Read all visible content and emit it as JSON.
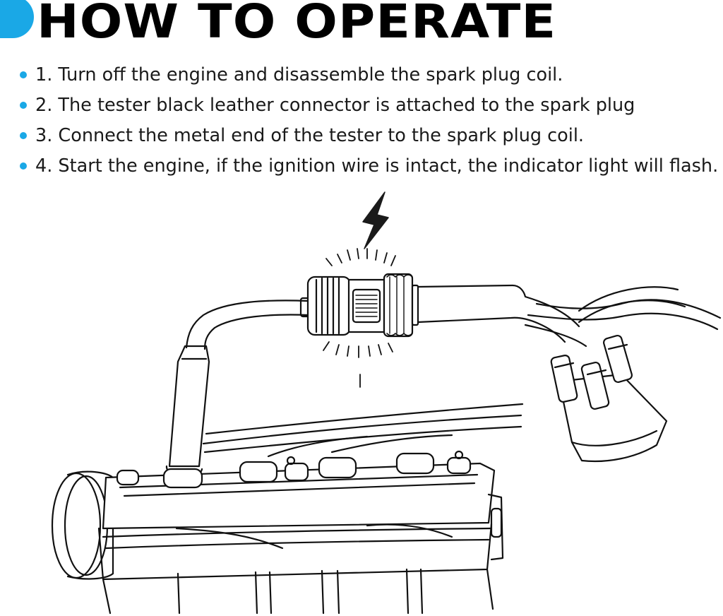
{
  "colors": {
    "accent": "#1aa8e6",
    "ink": "#1a1a1a"
  },
  "header": {
    "title": "HOW TO OPERATE"
  },
  "steps": [
    {
      "text": "1. Turn off the engine and disassemble the spark plug coil."
    },
    {
      "text": "2. The tester black leather connector is attached to the spark plug"
    },
    {
      "text": "3. Connect the metal end of the tester to the spark plug coil."
    },
    {
      "text": "4. Start the engine, if the ignition wire is intact, the indicator light will flash."
    }
  ],
  "illustration": {
    "icons": [
      "lightning-bolt-icon",
      "spark-tester",
      "engine-block",
      "ignition-wires",
      "distributor-cap"
    ]
  }
}
